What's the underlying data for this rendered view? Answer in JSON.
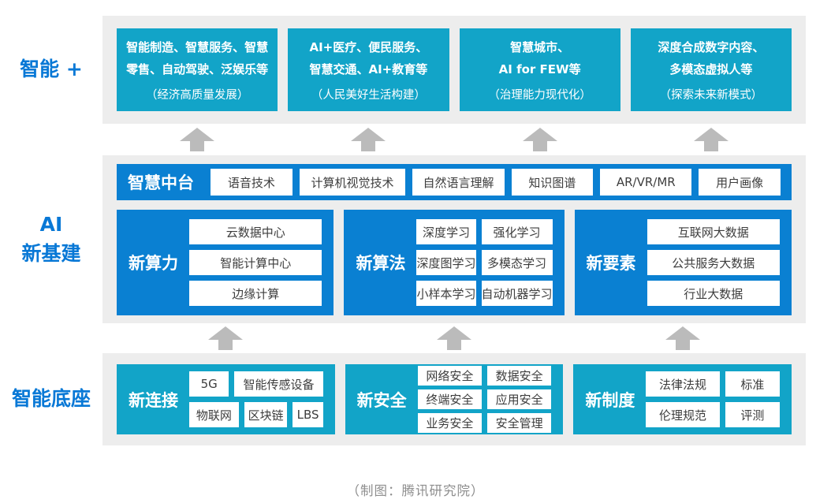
{
  "colors": {
    "blue": "#0A80D2",
    "teal": "#12A4C8",
    "band_background": "#EDEDED",
    "side_label_blue": "#0878D6",
    "arrow_gray": "#BBBBBB",
    "cell_text": "#3D3D3D"
  },
  "smart_plus": {
    "label": "智能 +",
    "boxes": [
      {
        "line1": "智能制造、智慧服务、智慧",
        "line2": "零售、自动驾驶、泛娱乐等",
        "note": "（经济高质量发展）"
      },
      {
        "line1": "AI+医疗、便民服务、",
        "line2": "智慧交通、AI+教育等",
        "note": "（人民美好生活构建）"
      },
      {
        "line1": "智慧城市、",
        "line2": "AI for FEW等",
        "note": "（治理能力现代化）"
      },
      {
        "line1": "深度合成数字内容、",
        "line2": "多模态虚拟人等",
        "note": "（探索未来新模式）"
      }
    ]
  },
  "ai_infra": {
    "label_line1": "AI",
    "label_line2": "新基建",
    "platform": {
      "label": "智慧中台",
      "items": [
        "语音技术",
        "计算机视觉技术",
        "自然语言理解",
        "知识图谱",
        "AR/VR/MR",
        "用户画像"
      ]
    },
    "blocks": [
      {
        "label": "新算力",
        "items": [
          "云数据中心",
          "智能计算中心",
          "边缘计算"
        ]
      },
      {
        "label": "新算法",
        "rows": [
          [
            "深度学习",
            "强化学习"
          ],
          [
            "深度图学习",
            "多模态学习"
          ],
          [
            "小样本学习",
            "自动机器学习"
          ]
        ]
      },
      {
        "label": "新要素",
        "items": [
          "互联网大数据",
          "公共服务大数据",
          "行业大数据"
        ]
      }
    ]
  },
  "foundation": {
    "label": "智能底座",
    "blocks": [
      {
        "label": "新连接",
        "rows": [
          [
            "5G",
            "智能传感设备"
          ],
          [
            "物联网",
            "区块链",
            "LBS"
          ]
        ]
      },
      {
        "label": "新安全",
        "rows": [
          [
            "网络安全",
            "数据安全"
          ],
          [
            "终端安全",
            "应用安全"
          ],
          [
            "业务安全",
            "安全管理"
          ]
        ]
      },
      {
        "label": "新制度",
        "rows": [
          [
            "法律法规",
            "标准"
          ],
          [
            "伦理规范",
            "评测"
          ]
        ]
      }
    ]
  },
  "caption": "（制图：腾讯研究院）"
}
